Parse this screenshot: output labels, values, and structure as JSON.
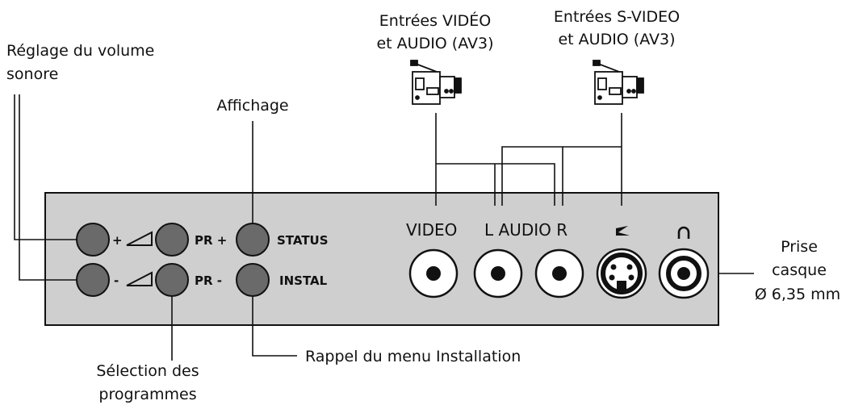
{
  "callouts": {
    "volume": [
      "Réglage du volume",
      "sonore"
    ],
    "display": "Affichage",
    "video_inputs": [
      "Entrées VIDÉO",
      "et AUDIO (AV3)"
    ],
    "svideo_inputs": [
      "Entrées S-VIDEO",
      "et AUDIO (AV3)"
    ],
    "headphone": [
      "Prise",
      "casque",
      "Ø 6,35 mm"
    ],
    "program_select": [
      "Sélection des",
      "programmes"
    ],
    "install_menu": "Rappel du menu Installation"
  },
  "panel": {
    "vol_plus": "+",
    "vol_minus": "-",
    "pr_plus": "PR +",
    "pr_minus": "PR -",
    "status": "STATUS",
    "instal": "INSTAL",
    "video": "VIDEO",
    "audio": "L AUDIO R"
  },
  "colors": {
    "panel_fill": "#cfcfcf",
    "button_fill": "#6a6a6a"
  },
  "icons": [
    "camcorder-icon",
    "camcorder-icon",
    "svideo-symbol-icon",
    "headphone-symbol-icon"
  ]
}
